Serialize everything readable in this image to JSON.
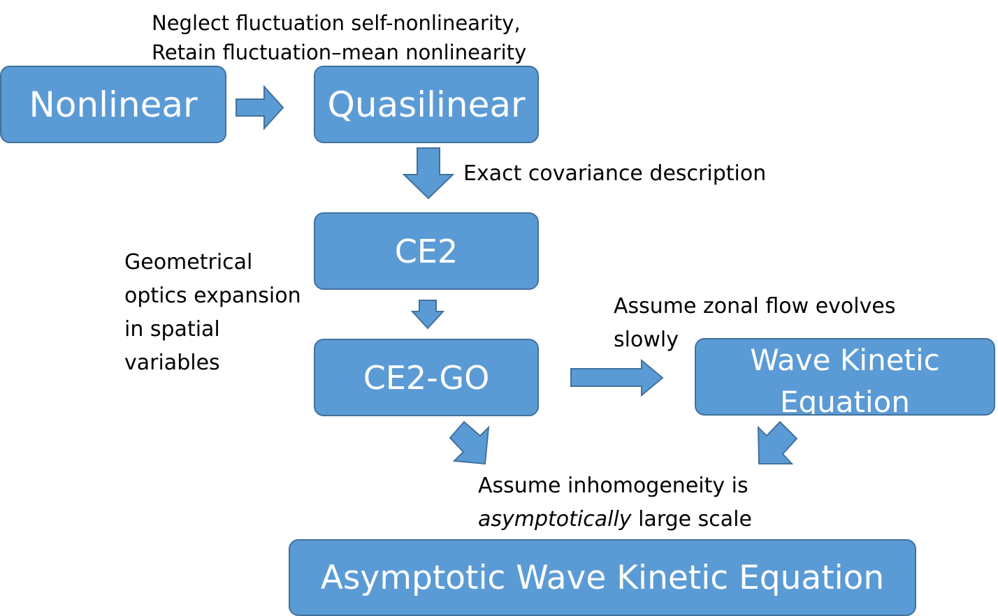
{
  "boxes": {
    "nonlinear": "Nonlinear",
    "quasilinear": "Quasilinear",
    "ce2": "CE2",
    "ce2go": "CE2-GO",
    "wke": "Wave Kinetic Equation",
    "awke": "Asymptotic Wave Kinetic Equation"
  },
  "labels": {
    "neglect_line1": "Neglect fluctuation self-nonlinearity,",
    "neglect_line2": "Retain fluctuation–mean nonlinearity",
    "exact_covariance": "Exact covariance description",
    "geo_line1": "Geometrical",
    "geo_line2": "optics expansion",
    "geo_line3": "in spatial",
    "geo_line4": "variables",
    "zonal_line1": "Assume zonal flow evolves",
    "zonal_line2": "slowly",
    "inhom_line1": "Assume inhomogeneity is",
    "inhom_line2_italic": "asymptotically",
    "inhom_line2_rest": " large scale"
  },
  "colors": {
    "box_fill": "#5b9bd5",
    "box_border": "#41719c",
    "box_text": "#ffffff",
    "label_text": "#000000"
  }
}
